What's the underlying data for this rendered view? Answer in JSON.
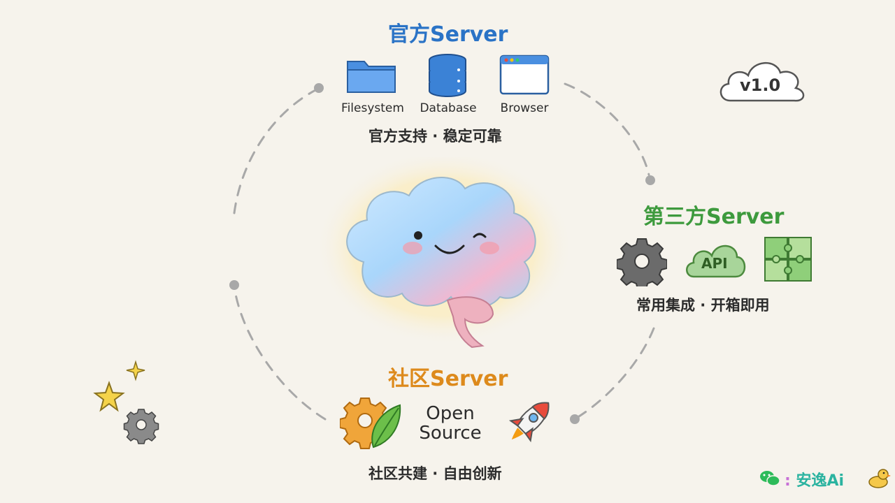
{
  "version_badge": "v1.0",
  "official": {
    "title": "官方Server",
    "caption": "官方支持 · 稳定可靠",
    "icons": [
      {
        "label": "Filesystem",
        "icon": "folder-icon"
      },
      {
        "label": "Database",
        "icon": "database-icon"
      },
      {
        "label": "Browser",
        "icon": "browser-window-icon"
      }
    ]
  },
  "third_party": {
    "title": "第三方Server",
    "caption": "常用集成 · 开箱即用",
    "icons": [
      {
        "icon": "gear-icon"
      },
      {
        "label": "API",
        "icon": "api-cloud-icon"
      },
      {
        "icon": "puzzle-icon"
      }
    ]
  },
  "community": {
    "title": "社区Server",
    "caption": "社区共建 · 自由创新",
    "open_source_line1": "Open",
    "open_source_line2": "Source",
    "icons": [
      {
        "icon": "gear-leaf-icon"
      },
      {
        "icon": "open-source-text"
      },
      {
        "icon": "rocket-icon"
      }
    ]
  },
  "center": {
    "icon": "brain-mascot-icon"
  },
  "brand": {
    "text": "安逸Ai",
    "separator": ":"
  },
  "colors": {
    "official": "#2a73c6",
    "third_party": "#3d9a3d",
    "community": "#dd8a1c",
    "background": "#f6f3ec"
  }
}
